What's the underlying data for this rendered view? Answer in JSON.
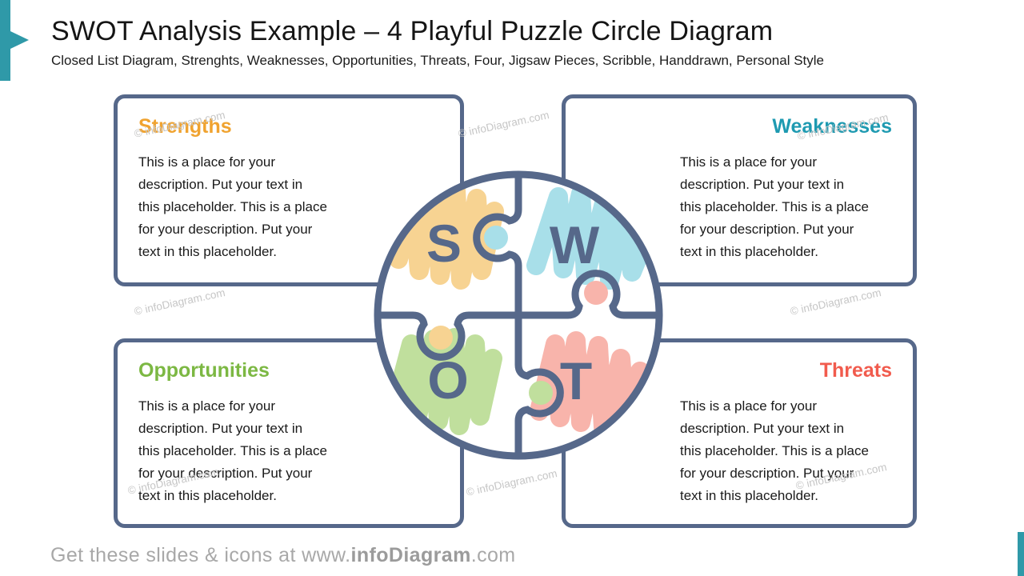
{
  "slide": {
    "title": "SWOT Analysis Example – 4 Playful Puzzle Circle Diagram",
    "subtitle": "Closed List Diagram, Strenghts, Weaknesses, Opportunities, Threats, Four, Jigsaw Pieces, Scribble, Handdrawn, Personal Style"
  },
  "quadrants": [
    {
      "key": "strengths",
      "label": "Strengths",
      "letter": "S",
      "heading_color": "#f0a330",
      "scribble_color": "#f7d392",
      "description_lines": [
        "This is a place for your",
        "description. Put your text in",
        "this placeholder. This is a place",
        "for your description. Put your",
        "text in this placeholder."
      ]
    },
    {
      "key": "weaknesses",
      "label": "Weaknesses",
      "letter": "W",
      "heading_color": "#1e9ab1",
      "scribble_color": "#a8dfe9",
      "description_lines": [
        "This is a place for your",
        "description. Put your text in",
        "this placeholder. This is a place",
        "for your description. Put your",
        "text in this placeholder."
      ]
    },
    {
      "key": "opportunities",
      "label": "Opportunities",
      "letter": "O",
      "heading_color": "#7cb843",
      "scribble_color": "#c0df9d",
      "description_lines": [
        "This is a place for your",
        "description. Put your text in",
        "this placeholder. This is a place",
        "for your description. Put your",
        "text in this placeholder."
      ]
    },
    {
      "key": "threats",
      "label": "Threats",
      "letter": "T",
      "heading_color": "#f15b4d",
      "scribble_color": "#f8b4ab",
      "description_lines": [
        "This is a place for your",
        "description. Put your text in",
        "this placeholder. This is a place",
        "for your description. Put your",
        "text in this placeholder."
      ]
    }
  ],
  "watermark": {
    "text": "© infoDiagram.com"
  },
  "footer": {
    "prefix": "Get these slides & icons at www.",
    "brand": "infoDiagram",
    "suffix": ".com"
  },
  "colors": {
    "accent_teal": "#2f99a8",
    "outline_slate": "#56688a",
    "watermark_gray": "#c6c6c6",
    "footer_gray": "#a8a8a8"
  }
}
